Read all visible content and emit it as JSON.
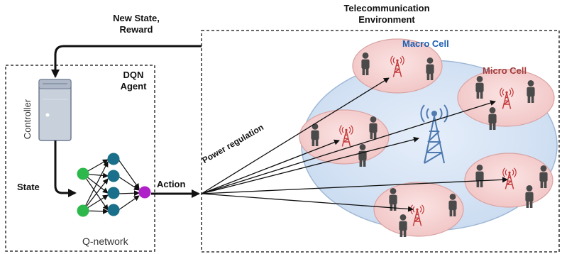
{
  "labels": {
    "new_state_reward": [
      "New State,",
      "Reward"
    ],
    "telecom_env": [
      "Telecommunication",
      "Environment"
    ],
    "dqn_agent": [
      "DQN",
      "Agent"
    ],
    "controller": "Controller",
    "state": "State",
    "action": "Action",
    "q_network": "Q-network",
    "power_regulation": "Power regulation",
    "macro_cell": "Macro Cell",
    "micro_cell": "Micro Cell"
  },
  "colors": {
    "macro_fill": "#d9e6f5",
    "macro_stroke": "#9fb8d6",
    "micro_fill": "#f6d3d3",
    "micro_stroke": "#d9a3a3",
    "macro_label": "#1f5fb0",
    "micro_label": "#a33b3b",
    "nn_input": "#2db84b",
    "nn_hidden": "#1a6f8a",
    "nn_output": "#b020c8",
    "tower_blue": "#4f7ab0",
    "tower_red": "#c43a3a",
    "user_gray": "#4a4a4a"
  }
}
